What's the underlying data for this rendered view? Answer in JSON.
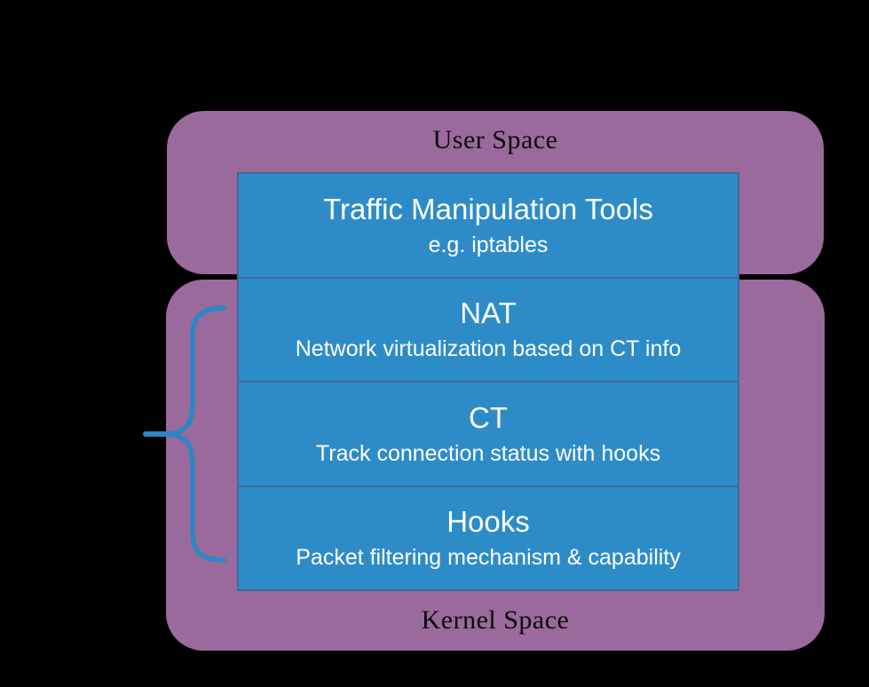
{
  "diagram": {
    "user_space": {
      "label": "User Space"
    },
    "kernel_space": {
      "label": "Kernel Space"
    },
    "layers": [
      {
        "title": "Traffic Manipulation Tools",
        "subtitle": "e.g. iptables"
      },
      {
        "title": "NAT",
        "subtitle": "Network virtualization based on CT info"
      },
      {
        "title": "CT",
        "subtitle": "Track connection status with hooks"
      },
      {
        "title": "Hooks",
        "subtitle": "Packet filtering mechanism & capability"
      }
    ],
    "colors": {
      "background": "#000000",
      "space_fill": "#996A9B",
      "layer_fill": "#2D8CC8",
      "layer_border": "#44689A",
      "layer_text": "#FFFFFF",
      "space_label_text": "#0A0A0A",
      "brace_stroke": "#2E86C4"
    }
  }
}
